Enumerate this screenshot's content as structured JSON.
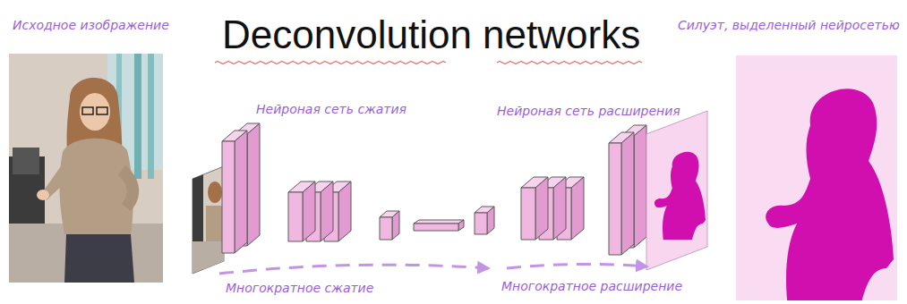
{
  "diagram": {
    "title": "Deconvolution networks",
    "labels": [
      "Исходное изображение",
      "Силуэт, выделенный нейросетью",
      "Нейроная сеть сжатия",
      "Нейроная сеть расширения",
      "Многократное сжатие",
      "Многократное расширение"
    ]
  }
}
